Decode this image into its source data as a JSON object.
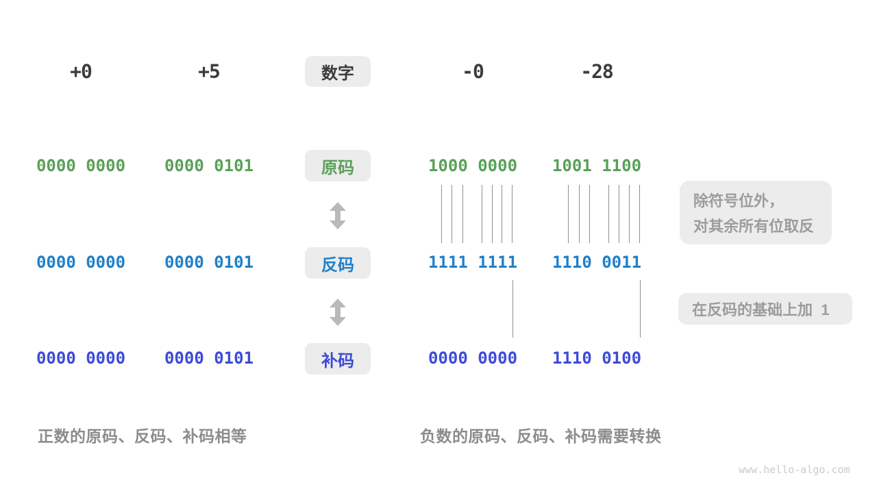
{
  "numbers_row": {
    "box_label": "数字",
    "values": [
      "+0",
      "+5",
      "-0",
      "-28"
    ]
  },
  "rows": [
    {
      "id": "sign-magnitude",
      "label": "原码",
      "color": "#5aa05a",
      "values": [
        "0000 0000",
        "0000 0101",
        "1000 0000",
        "1001 1100"
      ]
    },
    {
      "id": "ones-complement",
      "label": "反码",
      "color": "#1f80c9",
      "values": [
        "0000 0000",
        "0000 0101",
        "1111 1111",
        "1110 0011"
      ]
    },
    {
      "id": "twos-complement",
      "label": "补码",
      "color": "#3d4bd6",
      "values": [
        "0000 0000",
        "0000 0101",
        "0000 0000",
        "1110 0100"
      ]
    }
  ],
  "annotations": {
    "invert_line1": "除符号位外，",
    "invert_line2": "对其余所有位取反",
    "add_one": "在反码的基础上加  1"
  },
  "captions": {
    "positive": "正数的原码、反码、补码相等",
    "negative": "负数的原码、反码、补码需要转换"
  },
  "watermark": "www.hello-algo.com",
  "colors": {
    "sign_magnitude_green": "#5aa05a",
    "ones_complement_blue": "#1f80c9",
    "twos_complement_indigo": "#3d4bd6",
    "chip_background": "#ececec",
    "dark_text": "#3c3c3c",
    "annotation_gray": "#9c9c9c",
    "caption_gray": "#8c8c8c",
    "connector_line_gray": "#8f8f8f",
    "arrow_gray": "#b9b9b9",
    "watermark_gray": "#cbcbcb"
  }
}
